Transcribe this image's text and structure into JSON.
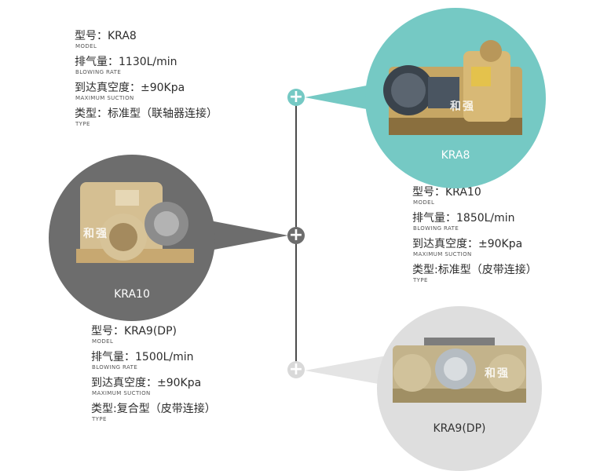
{
  "products": [
    {
      "caption": "KRA8",
      "specs": [
        {
          "main": "型号：KRA8",
          "sub": "MODEL"
        },
        {
          "main": "排气量：1130L/min",
          "sub": "BLOWING RATE"
        },
        {
          "main": "到达真空度：±90Kpa",
          "sub": "MAXIMUM SUCTION"
        },
        {
          "main": "类型：标准型（联轴器连接）",
          "sub": "TYPE"
        }
      ]
    },
    {
      "caption": "KRA10",
      "specs": [
        {
          "main": "型号：KRA10",
          "sub": "MODEL"
        },
        {
          "main": "排气量：1850L/min",
          "sub": "BLOWING RATE"
        },
        {
          "main": "到达真空度：±90Kpa",
          "sub": "MAXIMUM SUCTION"
        },
        {
          "main": "类型:标准型（皮带连接）",
          "sub": "TYPE"
        }
      ]
    },
    {
      "caption": "KRA9(DP)",
      "specs": [
        {
          "main": "型号：KRA9(DP)",
          "sub": "MODEL"
        },
        {
          "main": "排气量：1500L/min",
          "sub": "BLOWING RATE"
        },
        {
          "main": "到达真空度：±90Kpa",
          "sub": "MAXIMUM SUCTION"
        },
        {
          "main": "类型:复合型（皮带连接）",
          "sub": "TYPE"
        }
      ]
    }
  ],
  "watermark": "和强",
  "colors": {
    "teal": "#75c9c4",
    "dark_gray": "#6d6d6d",
    "light_gray": "#dedede",
    "line": "#4b4b4b"
  }
}
